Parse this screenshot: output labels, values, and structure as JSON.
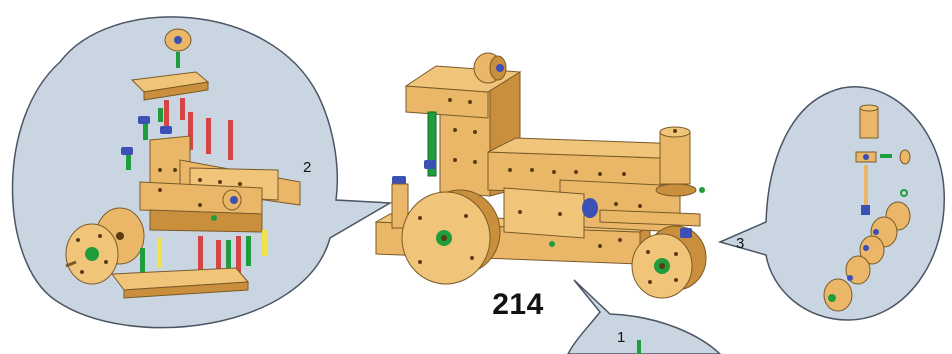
{
  "model_number": "214",
  "callouts": [
    {
      "id": "callout-2",
      "label": "2"
    },
    {
      "id": "callout-3",
      "label": "3"
    },
    {
      "id": "callout-1",
      "label": "1"
    }
  ],
  "colors": {
    "wood": "#e9b767",
    "wood_dark": "#c98f3c",
    "bubble_fill": "#c9d6e2",
    "bubble_stroke": "#4b5563",
    "axle_green": "#1f9d3c",
    "peg_red": "#d64545",
    "peg_yellow": "#f2e24a",
    "cap_blue": "#3b4fb5"
  }
}
